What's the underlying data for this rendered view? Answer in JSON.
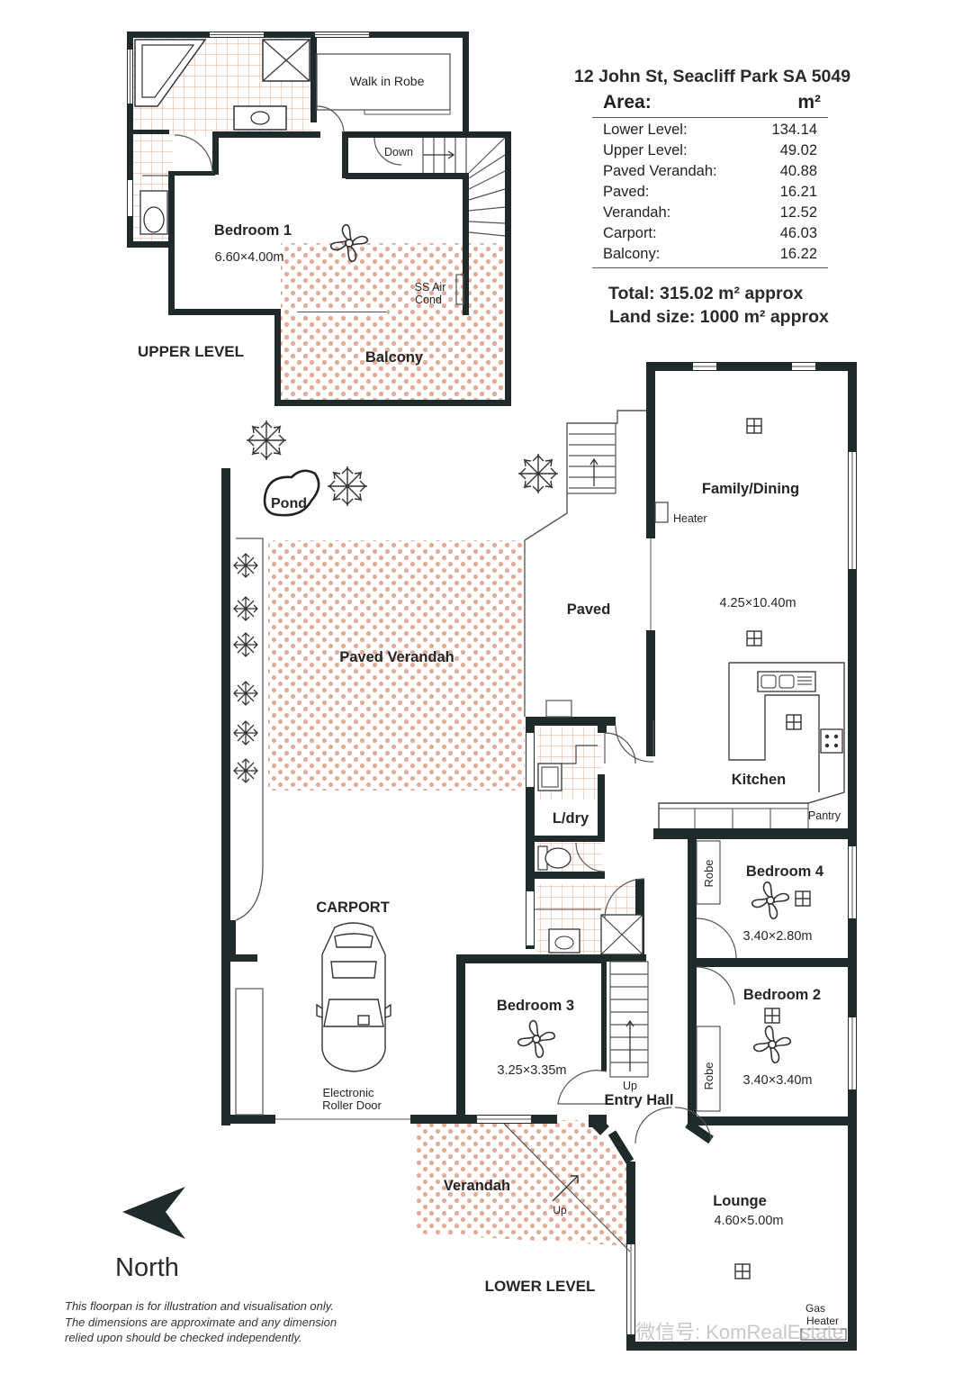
{
  "address": "12 John St, Seacliff Park SA 5049",
  "area_table": {
    "header_label": "Area:",
    "header_unit": "m²",
    "rows": [
      {
        "label": "Lower Level:",
        "value": "134.14"
      },
      {
        "label": "Upper Level:",
        "value": "49.02"
      },
      {
        "label": "Paved Verandah:",
        "value": "40.88"
      },
      {
        "label": "Paved:",
        "value": "16.21"
      },
      {
        "label": "Verandah:",
        "value": "12.52"
      },
      {
        "label": "Carport:",
        "value": "46.03"
      },
      {
        "label": "Balcony:",
        "value": "16.22"
      }
    ]
  },
  "totals": {
    "total": "Total: 315.02 m² approx",
    "land": "Land size: 1000 m² approx"
  },
  "levels": {
    "upper": "UPPER LEVEL",
    "lower": "LOWER LEVEL"
  },
  "rooms": {
    "walk_in_robe": "Walk in Robe",
    "down": "Down",
    "bedroom1": "Bedroom 1",
    "bedroom1_dim": "6.60×4.00m",
    "ss_air_1": "SS Air",
    "ss_air_2": "Cond",
    "balcony": "Balcony",
    "pond": "Pond",
    "family": "Family/Dining",
    "heater": "Heater",
    "family_dim": "4.25×10.40m",
    "paved": "Paved",
    "paved_verandah": "Paved Verandah",
    "kitchen": "Kitchen",
    "pantry": "Pantry",
    "ldry": "L/dry",
    "bedroom4": "Bedroom 4",
    "bedroom4_dim": "3.40×2.80m",
    "robe": "Robe",
    "carport": "CARPORT",
    "bedroom2": "Bedroom 2",
    "bedroom2_dim": "3.40×3.40m",
    "bedroom3": "Bedroom 3",
    "bedroom3_dim": "3.25×3.35m",
    "up": "Up",
    "entry_hall": "Entry Hall",
    "roller_1": "Electronic",
    "roller_2": "Roller Door",
    "verandah": "Verandah",
    "lounge": "Lounge",
    "lounge_dim": "4.60×5.00m",
    "gas_1": "Gas",
    "gas_2": "Heater"
  },
  "north": "North",
  "disclaimer": [
    "This floorpan is for illustration and visualisation only.",
    "The dimensions are approximate and any dimension",
    "relied upon should be checked independently."
  ],
  "watermark": "微信号: KomRealEstate",
  "colors": {
    "wall": "#1f2a2a",
    "tile_grid": "#e9b7a8",
    "dots": "#e3ab98",
    "text": "#262626"
  }
}
